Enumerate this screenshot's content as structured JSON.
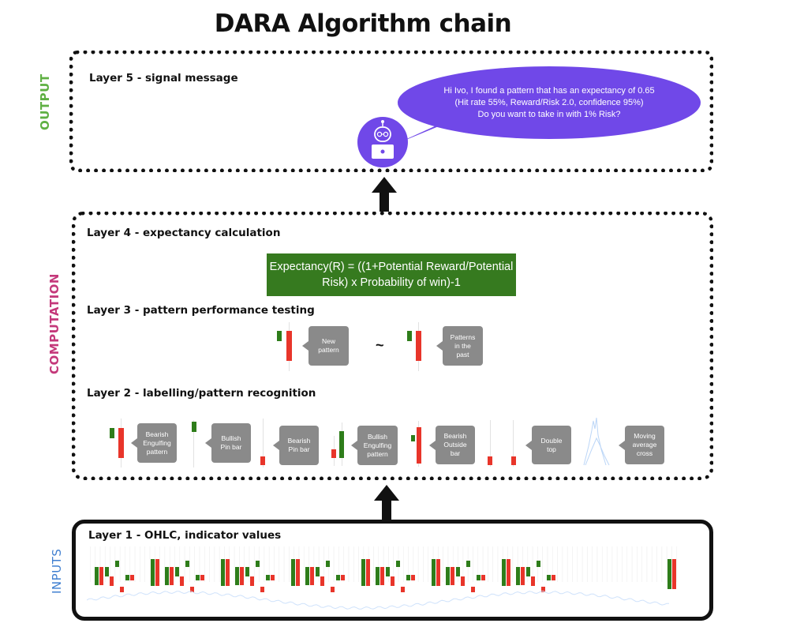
{
  "title": "DARA Algorithm chain",
  "sections": {
    "output": {
      "label": "OUTPUT",
      "color": "#5fb043"
    },
    "computation": {
      "label": "COMPUTATION",
      "color": "#c4387a"
    },
    "inputs": {
      "label": "INPUTS",
      "color": "#3f7fd0"
    }
  },
  "layers": {
    "layer5": {
      "title": "Layer 5 - signal message",
      "message": [
        "Hi Ivo, I found a pattern that has an expectancy of 0.65",
        "(Hit rate 55%, Reward/Risk 2.0, confidence 95%)",
        "Do you want to take in with 1% Risk?"
      ],
      "avatar_icon": "robot-laptop-icon"
    },
    "layer4": {
      "title": "Layer 4 - expectancy calculation",
      "formula": [
        "Expectancy(R) = ((1+Potential Reward/Potential",
        "Risk) x Probability of win)-1"
      ]
    },
    "layer3": {
      "title": "Layer 3 - pattern performance testing",
      "new_pattern": [
        "New",
        "pattern"
      ],
      "similar_symbol": "~",
      "past_patterns": [
        "Patterns",
        "in the",
        "past"
      ]
    },
    "layer2": {
      "title": "Layer 2 - labelling/pattern recognition",
      "patterns": [
        {
          "label": [
            "Bearish",
            "Engulfing",
            "pattern"
          ]
        },
        {
          "label": [
            "Bullish",
            "Pin bar"
          ]
        },
        {
          "label": [
            "Bearish",
            "Pin bar"
          ]
        },
        {
          "label": [
            "Bullish",
            "Engulfing",
            "pattern"
          ]
        },
        {
          "label": [
            "Bearish",
            "Outside",
            "bar"
          ]
        },
        {
          "label": [
            "Double",
            "top"
          ]
        },
        {
          "label": [
            "Moving",
            "average",
            "cross"
          ]
        }
      ]
    },
    "layer1": {
      "title": "Layer 1 - OHLC, indicator values"
    }
  },
  "colors": {
    "bull": "#2e7d1a",
    "bear": "#e8352a",
    "bubble": "#7048e8",
    "formula_bg": "#367a1f",
    "callout_bg": "#8a8a8a",
    "indicator_line": "#cfe2fb"
  }
}
